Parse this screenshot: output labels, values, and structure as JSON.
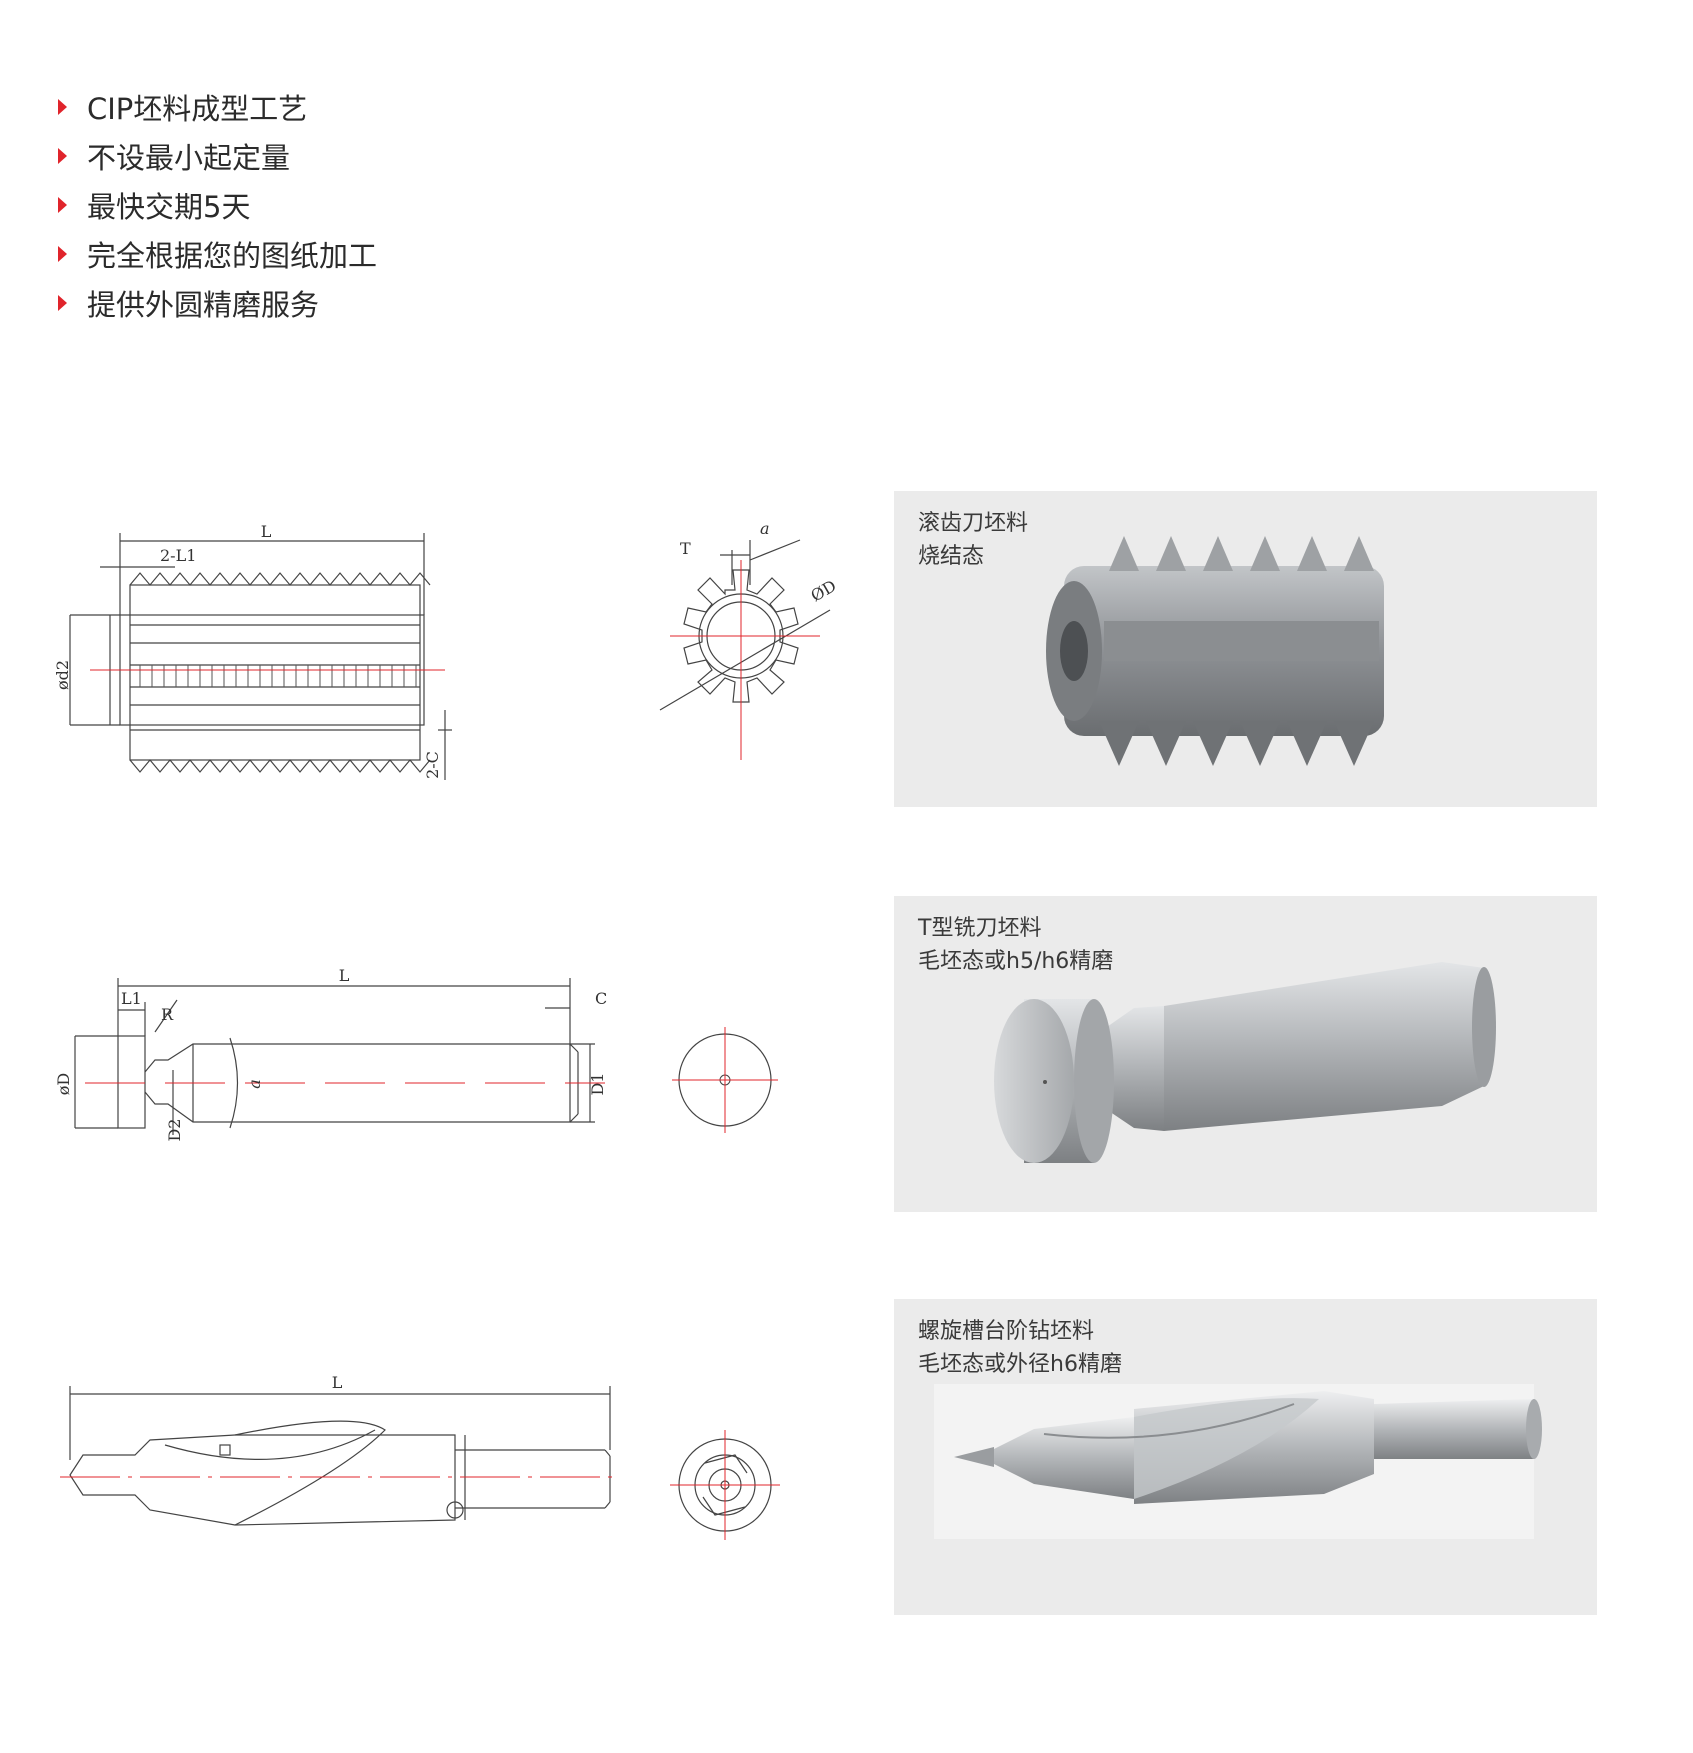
{
  "features": [
    "CIP坯料成型工艺",
    "不设最小起定量",
    "最快交期5天",
    "完全根据您的图纸加工",
    "提供外圆精磨服务"
  ],
  "accent_color": "#e0242b",
  "products": [
    {
      "name": "滚齿刀坯料",
      "note": "烧结态",
      "dims": {
        "L": "L",
        "L1": "2-L1",
        "d2": "ød2",
        "C": "2-C",
        "T": "T",
        "a": "a",
        "D": "ØD"
      }
    },
    {
      "name": "T型铣刀坯料",
      "note": "毛坯态或h5/h6精磨",
      "dims": {
        "L": "L",
        "L1": "L1",
        "R": "R",
        "C": "C",
        "D": "øD",
        "D2": "D2",
        "a": "a",
        "D1": "D1"
      }
    },
    {
      "name": "螺旋槽台阶钻坯料",
      "note": "毛坯态或外径h6精磨",
      "dims": {
        "L": "L"
      }
    }
  ]
}
